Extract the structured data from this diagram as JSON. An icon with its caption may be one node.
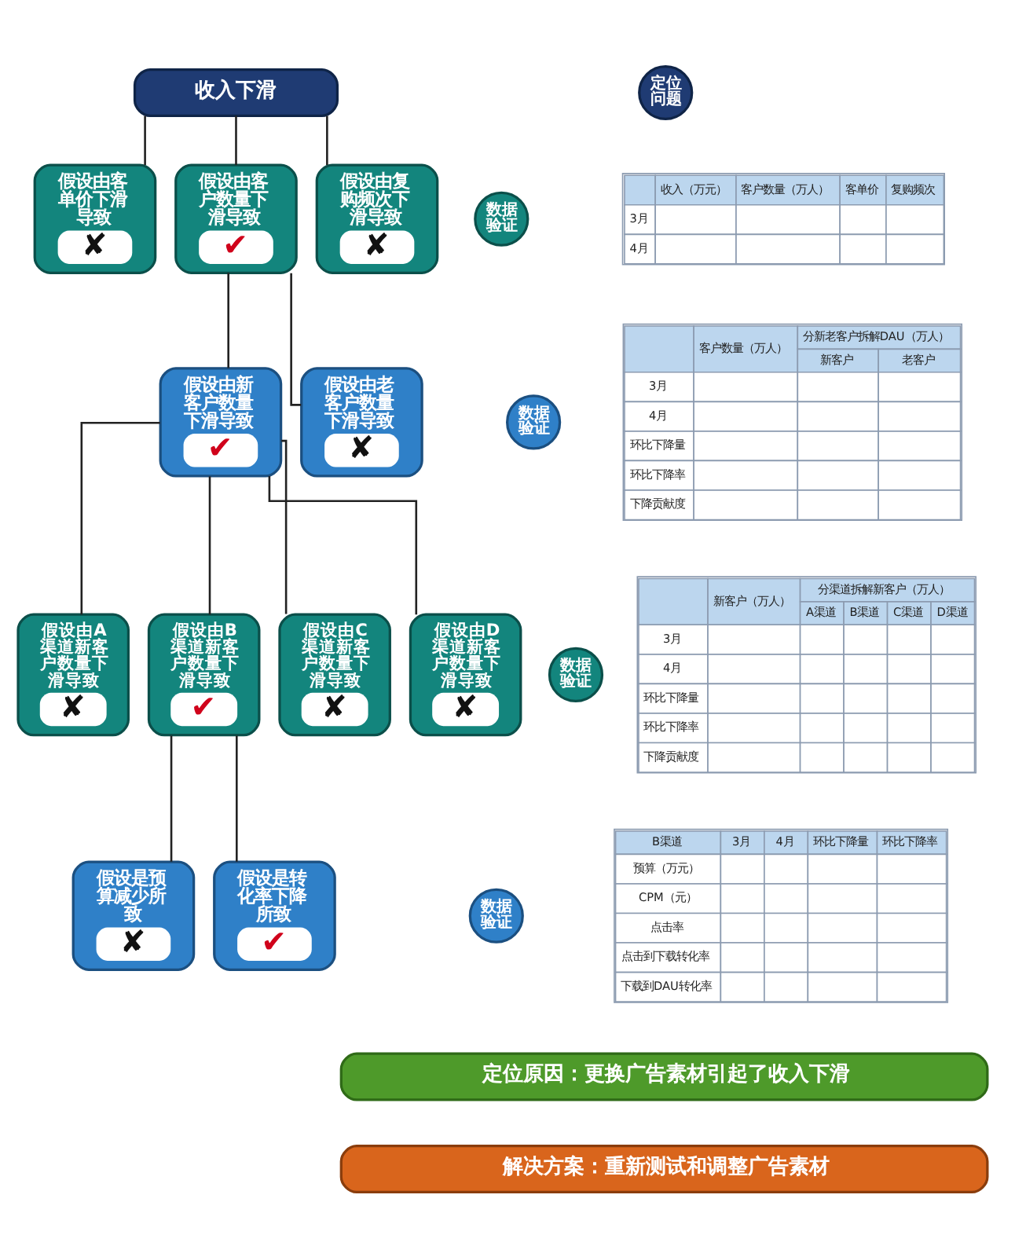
{
  "diagram": {
    "nodes": [
      {
        "text": [
          "收入下滑"
        ]
      },
      {
        "text": [
          "定位问题"
        ]
      },
      {
        "text": [
          "假设由客单价下滑导致",
          "✘"
        ]
      },
      {
        "text": [
          "假设由客户数量下滑导致",
          "✔"
        ]
      },
      {
        "text": [
          "假设由复购频次下滑导致",
          "✘"
        ]
      },
      {
        "text": [
          "数据验证"
        ]
      },
      {
        "text": [
          "假设由新客户数量下滑导致",
          "✔"
        ]
      },
      {
        "text": [
          "假设由老客户数量下滑导致",
          "✘"
        ]
      },
      {
        "text": [
          "数据验证"
        ]
      },
      {
        "text": [
          "假设由A渠道新客户数量下滑导致",
          "✘"
        ]
      },
      {
        "text": [
          "假设由B渠道新客户数量下滑导致",
          "✔"
        ]
      },
      {
        "text": [
          "假设由C渠道新客户数量下滑导致",
          "✘"
        ]
      },
      {
        "text": [
          "假设由D渠道新客户数量下滑导致",
          "✘"
        ]
      },
      {
        "text": [
          "数据验证"
        ]
      },
      {
        "text": [
          "假设是预算减少所致",
          "✘"
        ]
      },
      {
        "text": [
          "假设是转化率下降所致",
          "✔"
        ]
      },
      {
        "text": [
          "数据验证"
        ]
      },
      {
        "text": [
          "定位原因：更换广告素材引起了收入下滑"
        ]
      },
      {
        "text": [
          "解决方案：重新测试和调整广告素材"
        ]
      }
    ],
    "edges": [
      {
        "from": 0,
        "to": 2,
        "arrow": "none"
      },
      {
        "from": 0,
        "to": 3,
        "arrow": "none"
      },
      {
        "from": 0,
        "to": 4,
        "arrow": "none"
      },
      {
        "from": 3,
        "to": 6,
        "arrow": "none"
      },
      {
        "from": 3,
        "to": 7,
        "arrow": "none"
      },
      {
        "from": 6,
        "to": 9,
        "arrow": "none"
      },
      {
        "from": 6,
        "to": 10,
        "arrow": "none"
      },
      {
        "from": 6,
        "to": 11,
        "arrow": "none"
      },
      {
        "from": 6,
        "to": 12,
        "arrow": "none"
      },
      {
        "from": 10,
        "to": 14,
        "arrow": "none"
      },
      {
        "from": 10,
        "to": 15,
        "arrow": "none"
      }
    ],
    "labels": [
      "收入（万元）",
      "客户数量（万人）",
      "客单价",
      "复购频次",
      "3月",
      "4月",
      "客户数量（万人）",
      "分新老客户拆解DAU（万人）",
      "新客户",
      "老客户",
      "3月",
      "4月",
      "环比下降量",
      "环比下降率",
      "下降贡献度",
      "新客户（万人）",
      "分渠道拆解新客户（万人）",
      "A渠道",
      "B渠道",
      "C渠道",
      "D渠道",
      "3月",
      "4月",
      "环比下降量",
      "环比下降率",
      "下降贡献度",
      "B渠道",
      "3月",
      "4月",
      "环比下降量",
      "环比下降率",
      "预算（万元）",
      "CPM（元）",
      "点击率",
      "点击到下载转化率",
      "下载到DAU转化率"
    ]
  }
}
